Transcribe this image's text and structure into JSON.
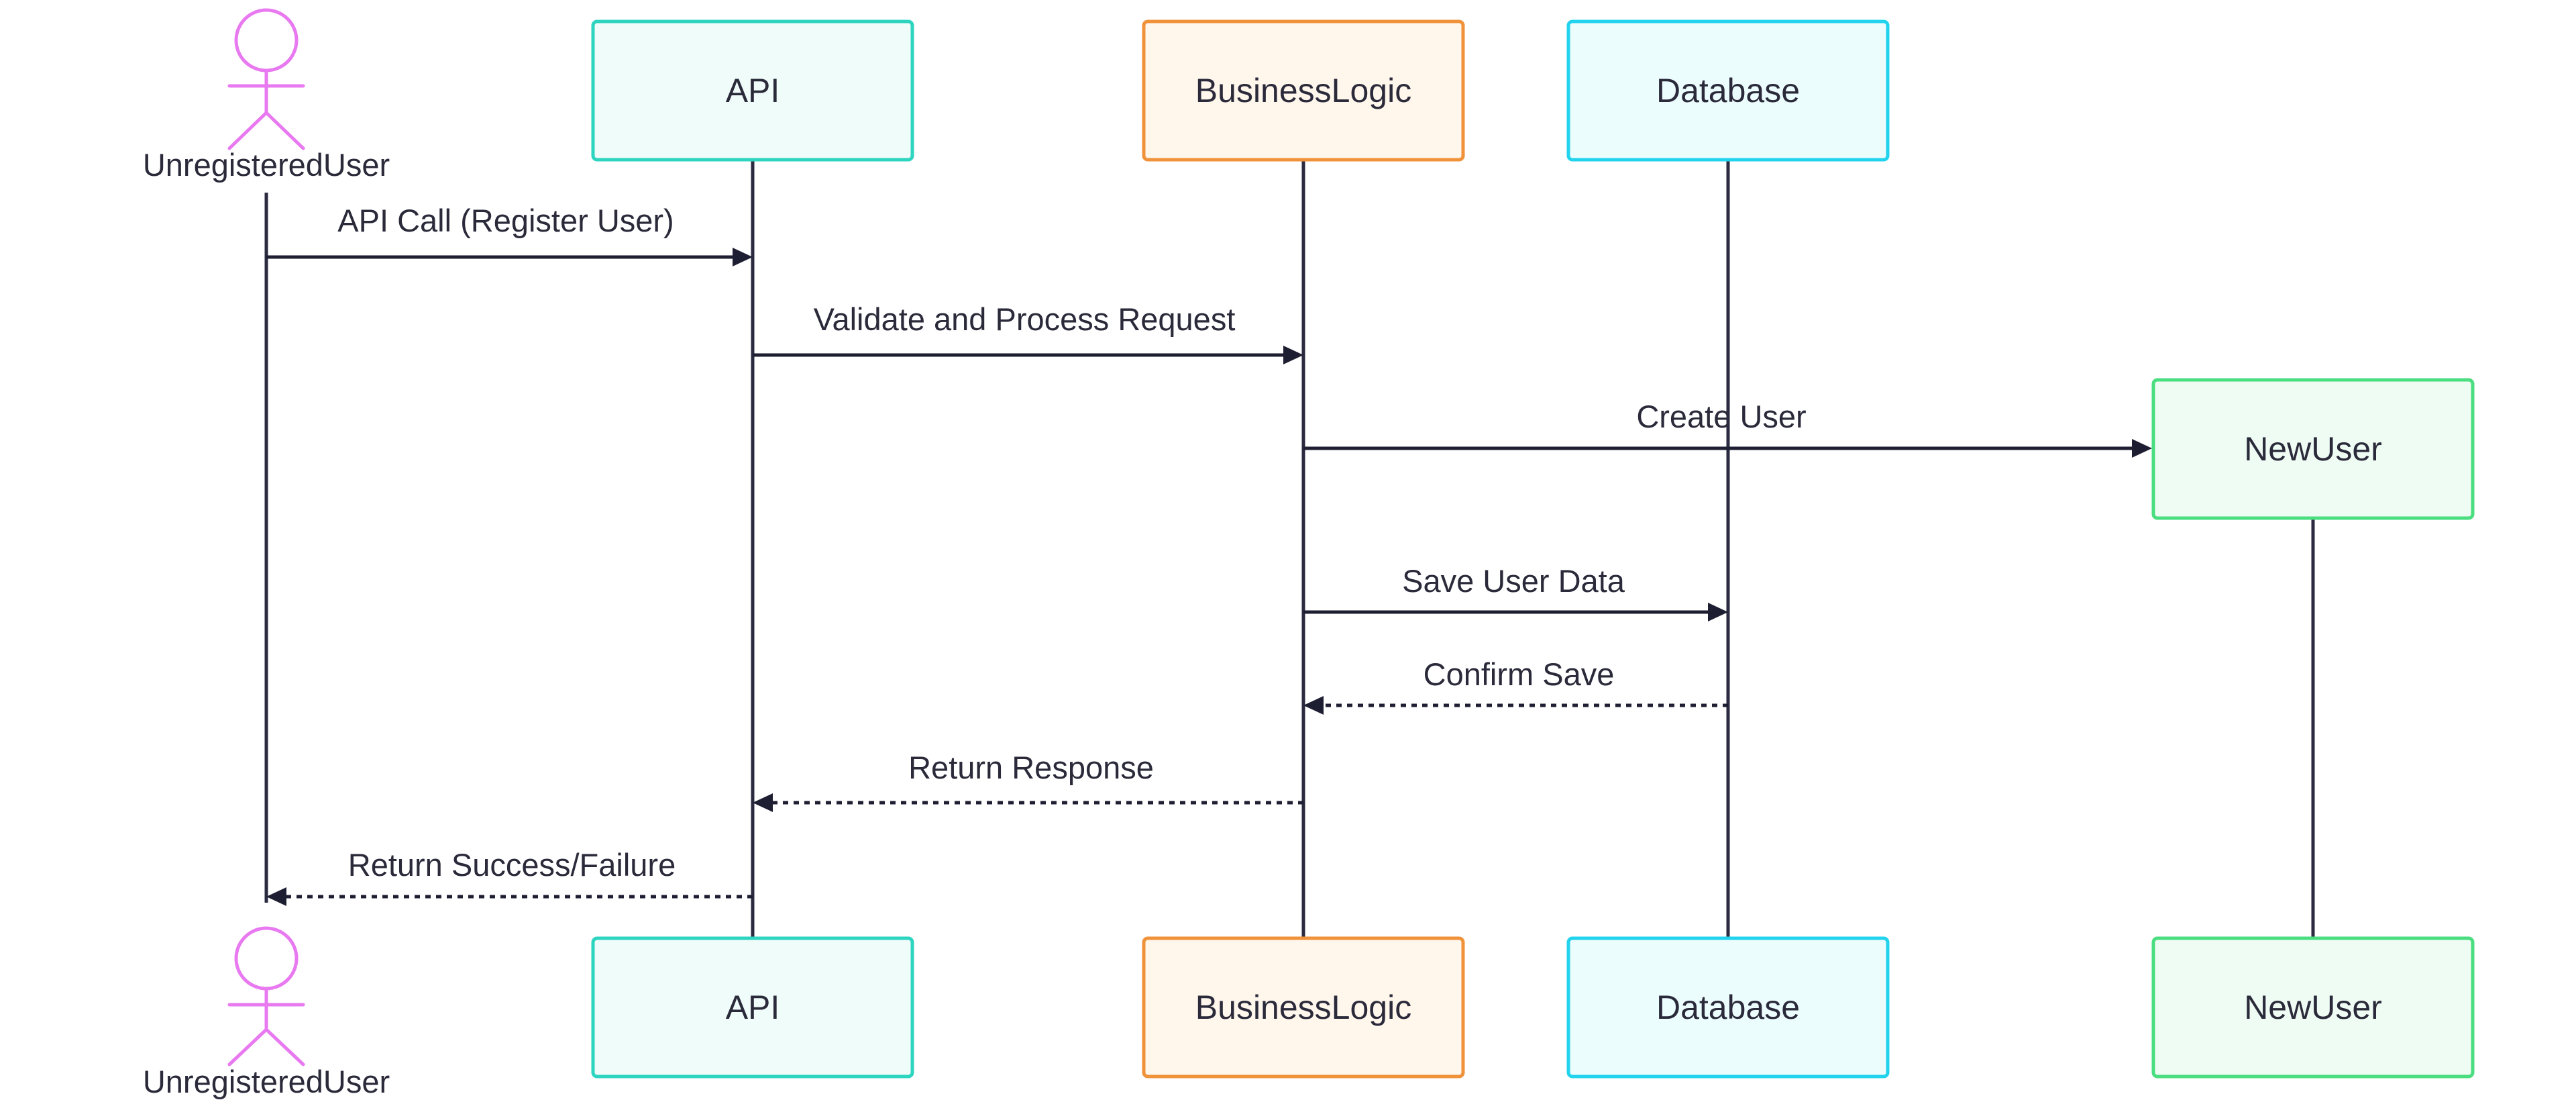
{
  "participants": {
    "user": {
      "label": "UnregisteredUser",
      "kind": "actor",
      "stroke": "#e879f0"
    },
    "api": {
      "label": "API",
      "kind": "box",
      "stroke": "#2dd4bf",
      "fill": "#effcf9"
    },
    "logic": {
      "label": "BusinessLogic",
      "kind": "box",
      "stroke": "#f0923a",
      "fill": "#fff6ec"
    },
    "db": {
      "label": "Database",
      "kind": "box",
      "stroke": "#22d3ee",
      "fill": "#ecfdfe"
    },
    "newuser": {
      "label": "NewUser",
      "kind": "box",
      "stroke": "#4ade80",
      "fill": "#effcf3"
    }
  },
  "messages": [
    {
      "from": "UnregisteredUser",
      "to": "API",
      "label": "API Call (Register User)",
      "style": "solid"
    },
    {
      "from": "API",
      "to": "BusinessLogic",
      "label": "Validate and Process Request",
      "style": "solid"
    },
    {
      "from": "BusinessLogic",
      "to": "NewUser",
      "label": "Create User",
      "style": "solid",
      "creates": true
    },
    {
      "from": "BusinessLogic",
      "to": "Database",
      "label": "Save User Data",
      "style": "solid"
    },
    {
      "from": "Database",
      "to": "BusinessLogic",
      "label": "Confirm Save",
      "style": "dashed"
    },
    {
      "from": "BusinessLogic",
      "to": "API",
      "label": "Return Response",
      "style": "dashed"
    },
    {
      "from": "API",
      "to": "UnregisteredUser",
      "label": "Return Success/Failure",
      "style": "dashed"
    }
  ],
  "colors": {
    "line": "#1e1e32",
    "text": "#2a2a3a"
  }
}
